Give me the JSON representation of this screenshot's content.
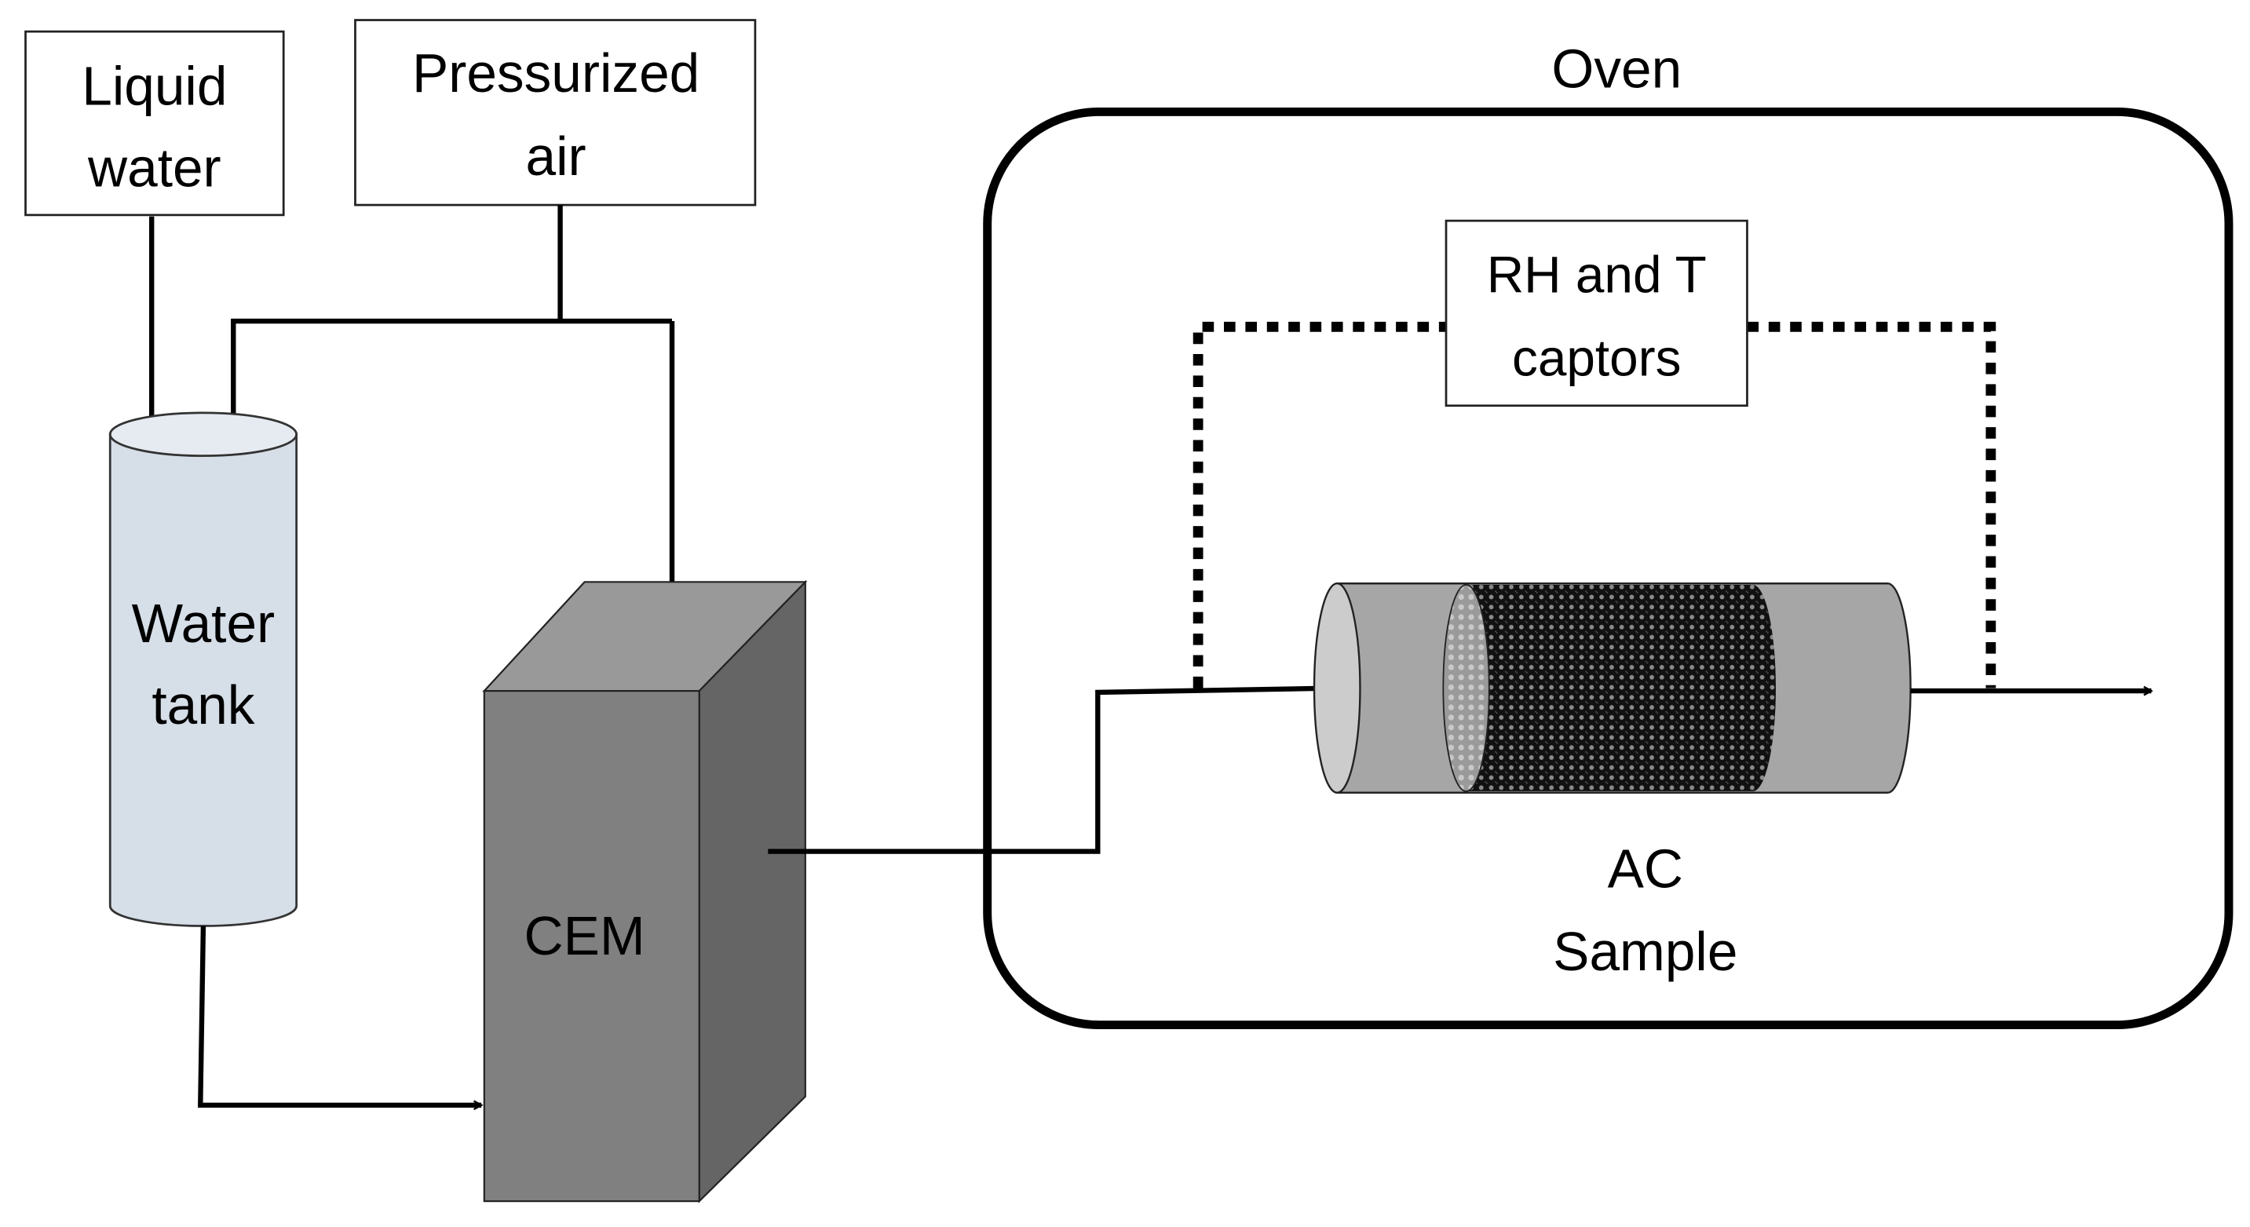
{
  "diagram": {
    "nodes": {
      "liquid_water": {
        "lines": [
          "Liquid",
          "water"
        ]
      },
      "pressurized_air": {
        "lines": [
          "Pressurized",
          "air"
        ]
      },
      "water_tank": {
        "lines": [
          "Water",
          "tank"
        ]
      },
      "cem": {
        "label": "CEM"
      },
      "oven": {
        "label": "Oven"
      },
      "captors": {
        "lines": [
          "RH and T",
          "captors"
        ]
      },
      "sample": {
        "lines": [
          "AC",
          "Sample"
        ]
      }
    },
    "edges": [
      {
        "from": "liquid_water",
        "to": "water_tank",
        "style": "solid-arrow"
      },
      {
        "from": "pressurized_air",
        "to": "water_tank",
        "style": "solid-arrow"
      },
      {
        "from": "pressurized_air",
        "to": "cem",
        "style": "solid-arrow"
      },
      {
        "from": "water_tank",
        "to": "cem",
        "style": "solid-arrow"
      },
      {
        "from": "cem",
        "to": "sample",
        "style": "solid-arrow"
      },
      {
        "from": "sample",
        "to": "outlet",
        "style": "solid-arrow"
      },
      {
        "from": "captors",
        "to": "sample-inlet",
        "style": "dotted"
      },
      {
        "from": "captors",
        "to": "sample-outlet",
        "style": "dotted"
      }
    ],
    "colors": {
      "water_tank_fill": "#d6dee8",
      "water_tank_top": "#e6ebf2",
      "cem_front": "#808080",
      "cem_top": "#999999",
      "cem_side": "#656565",
      "sample_body": "#a6a6a6",
      "sample_cap": "#cccccc",
      "ac_bed": "#1a1a1a"
    }
  }
}
